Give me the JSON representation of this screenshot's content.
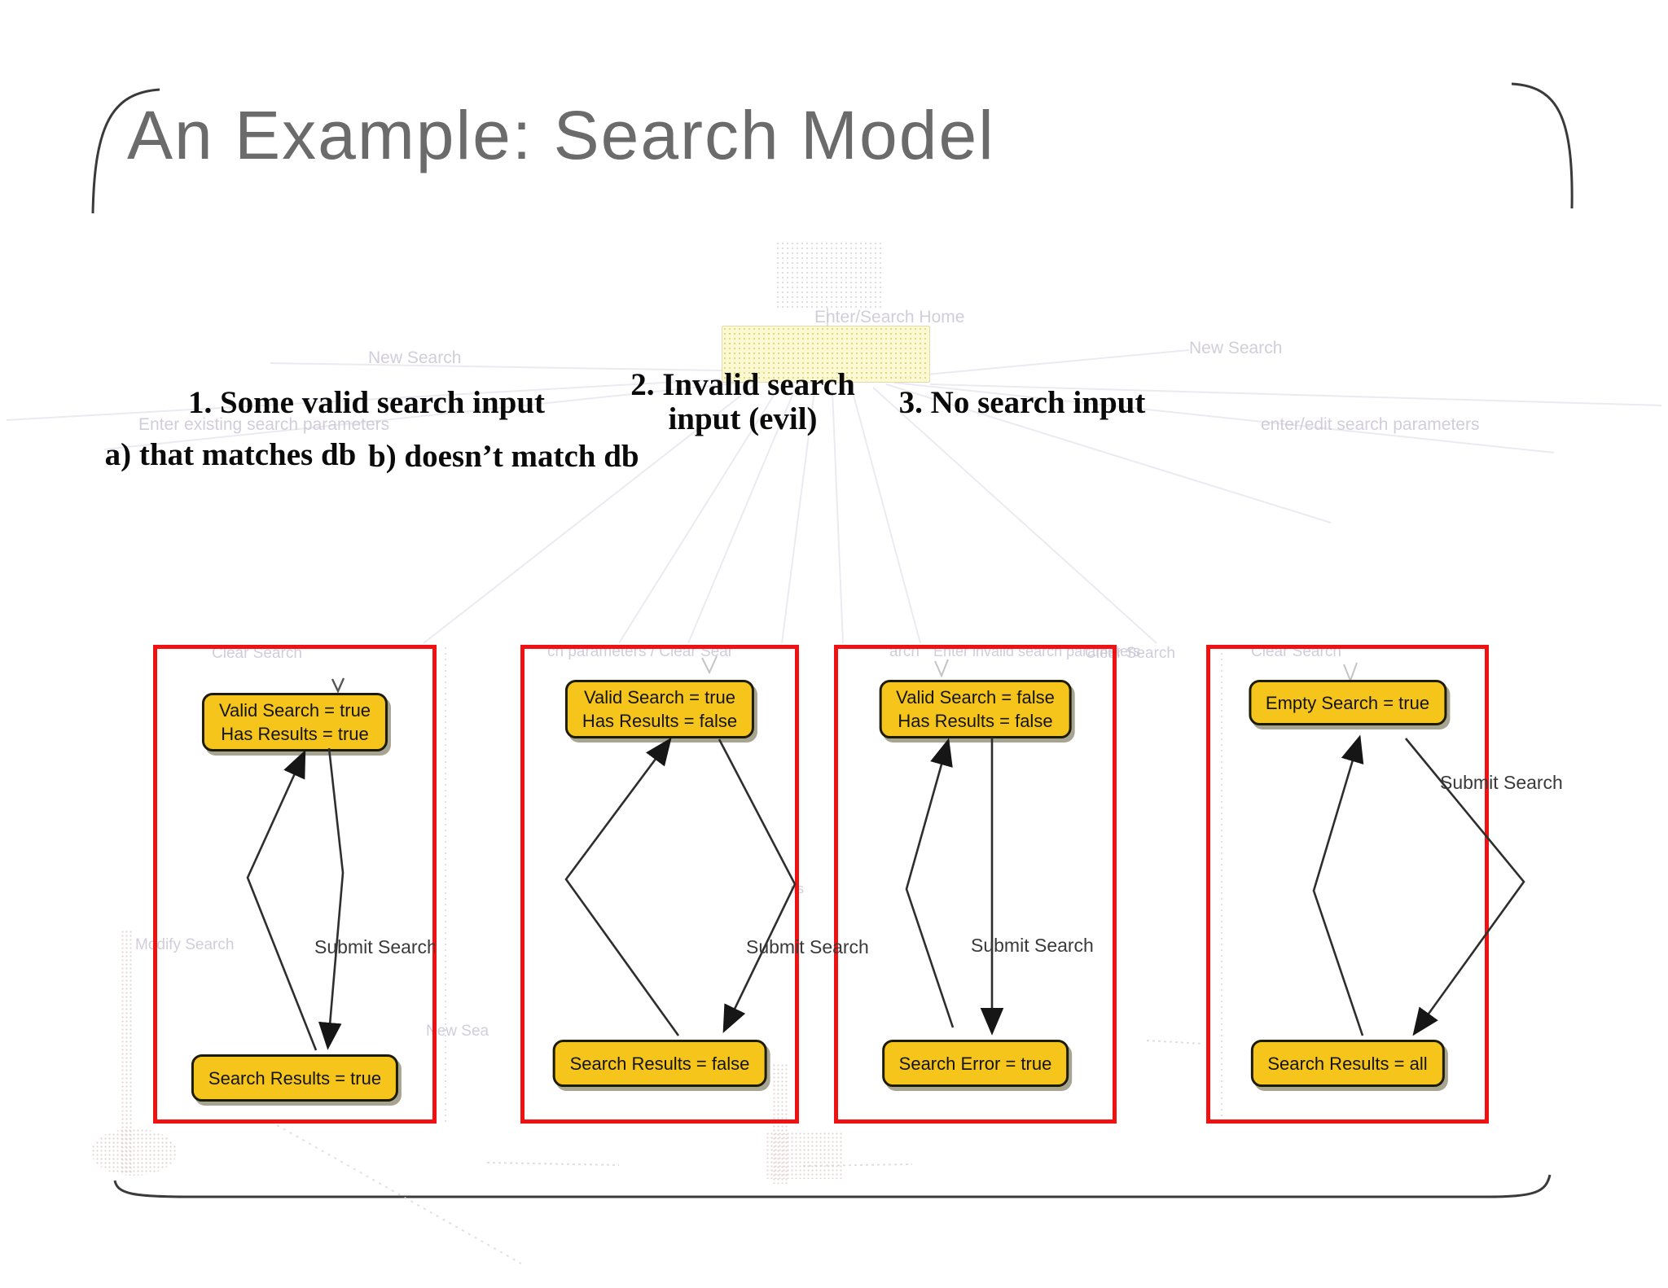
{
  "title": "An Example: Search Model",
  "headers": {
    "case1": "1. Some valid search input",
    "case1a": "a) that matches db",
    "case1b": "b) doesn’t match db",
    "case2_line1": "2. Invalid search",
    "case2_line2": "input (evil)",
    "case3": "3. No search input"
  },
  "panels": [
    {
      "name": "some-valid-input-matches-db",
      "state_top": [
        "Valid Search = true",
        "Has Results = true"
      ],
      "state_bottom": "Search Results = true",
      "transition_label": "Submit Search"
    },
    {
      "name": "some-valid-input-no-match",
      "state_top": [
        "Valid Search = true",
        "Has Results = false"
      ],
      "state_bottom": "Search Results = false",
      "transition_label": "Submit Search"
    },
    {
      "name": "invalid-input-evil",
      "state_top": [
        "Valid Search = false",
        "Has Results = false"
      ],
      "state_bottom": "Search Error = true",
      "transition_label": "Submit Search"
    },
    {
      "name": "no-search-input",
      "state_top": [
        "Empty Search = true",
        ""
      ],
      "state_bottom": "Search Results = all",
      "transition_label": "Submit Search"
    }
  ],
  "background_diagram": {
    "home_label": "Enter/Search Home",
    "left_new_search": "New Search",
    "right_new_search": "New Search",
    "left_transition": "Enter existing search parameters",
    "right_transition": "enter/edit search parameters",
    "row_fragment_1": "Clear Search",
    "row_fragment_2": "ch parameters  /  Clear Sear",
    "row_fragment_3": "arch",
    "row_fragment_4": "Enter invalid search parameters",
    "row_fragment_5": "Clear Search",
    "row_fragment_6": "Clear Search",
    "modify_search_fragment": "Modify Search",
    "new_search_fragment": "New Sea",
    "its_fragment": "its"
  },
  "colors": {
    "state_box_fill": "#F6C51B",
    "panel_border_red": "#F01212",
    "title_gray": "#6B6B6B",
    "arrow": "#2E2E2E"
  }
}
